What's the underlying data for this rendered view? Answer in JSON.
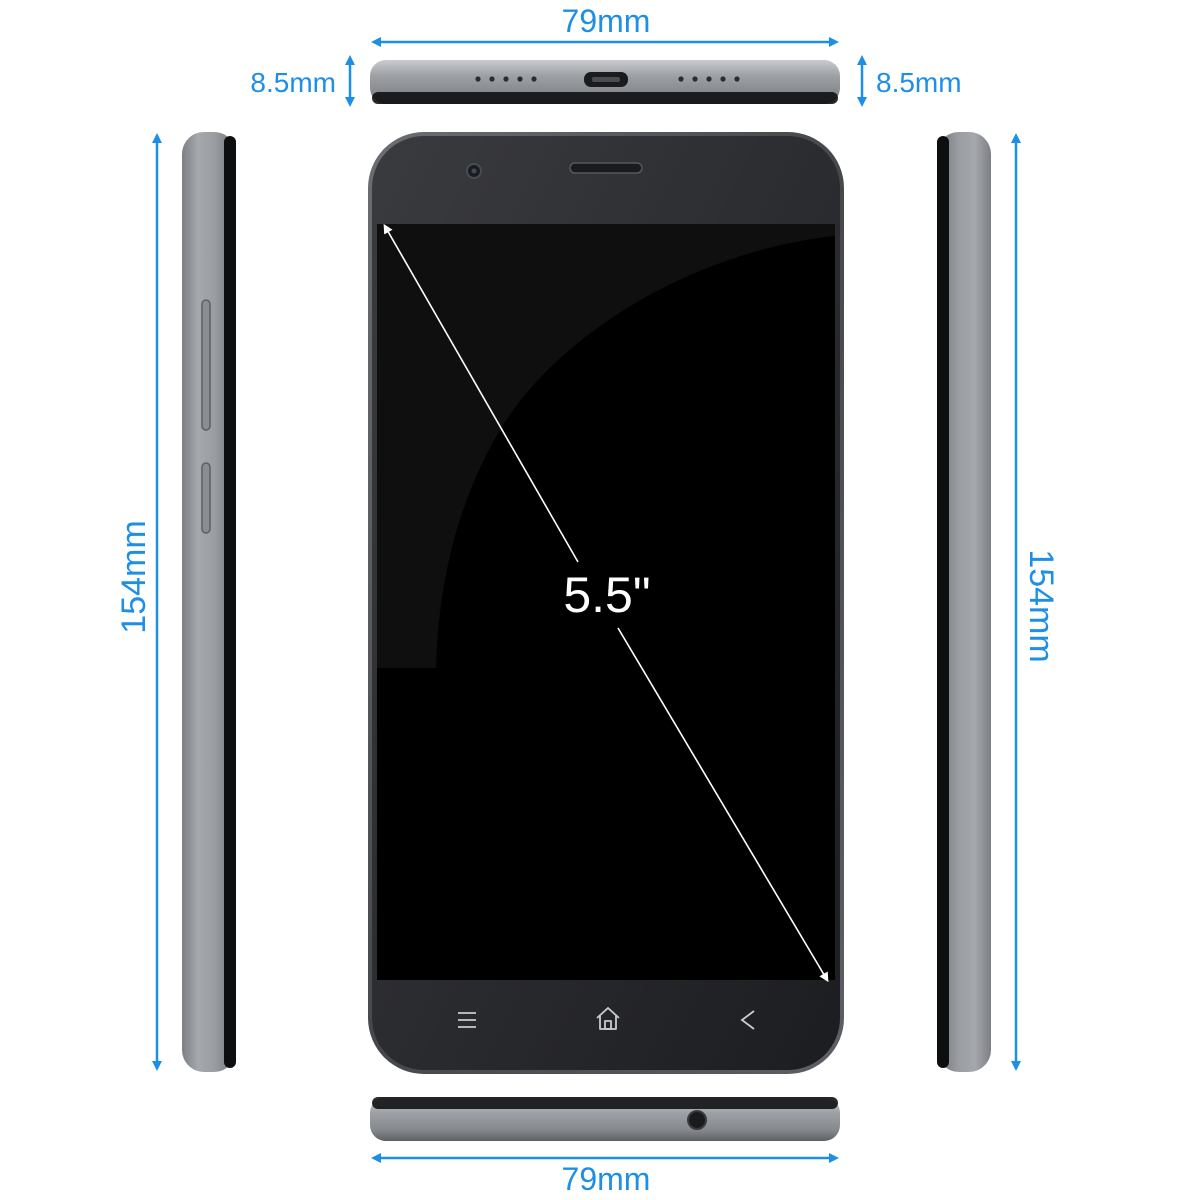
{
  "dimensions": {
    "width_top": "79mm",
    "width_bottom": "79mm",
    "thickness_left": "8.5mm",
    "thickness_right": "8.5mm",
    "height_left": "154mm",
    "height_right": "154mm",
    "screen_diagonal": "5.5\""
  },
  "icons": {
    "nav_menu": "menu-icon",
    "nav_home": "home-icon",
    "nav_back": "back-icon",
    "camera": "front-camera-icon",
    "earpiece": "earpiece-icon",
    "usb_port": "usb-port-icon",
    "headphone_jack": "headphone-jack-icon"
  },
  "colors": {
    "dimension_blue": "#1e8fe6",
    "body_gray": "#8c8f94",
    "screen_black": "#000000",
    "bezel": "#2a2b2e",
    "diagonal_text": "#ffffff"
  }
}
